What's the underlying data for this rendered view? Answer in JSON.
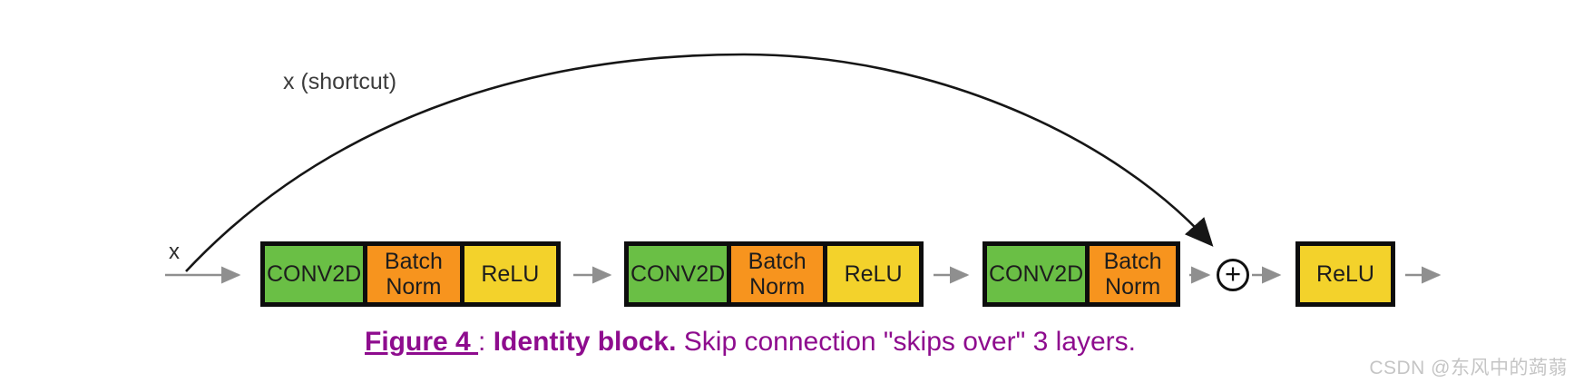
{
  "diagram": {
    "input_label": "x",
    "shortcut_label": "x (shortcut)",
    "add_symbol": "+",
    "groups": [
      {
        "cells": [
          {
            "label": "CONV2D",
            "color": "#6abf45"
          },
          {
            "label": "Batch Norm",
            "color": "#f7941e"
          },
          {
            "label": "ReLU",
            "color": "#f3d22b"
          }
        ]
      },
      {
        "cells": [
          {
            "label": "CONV2D",
            "color": "#6abf45"
          },
          {
            "label": "Batch Norm",
            "color": "#f7941e"
          },
          {
            "label": "ReLU",
            "color": "#f3d22b"
          }
        ]
      },
      {
        "cells": [
          {
            "label": "CONV2D",
            "color": "#6abf45"
          },
          {
            "label": "Batch Norm",
            "color": "#f7941e"
          }
        ]
      },
      {
        "cells": [
          {
            "label": "ReLU",
            "color": "#f3d22b"
          }
        ]
      }
    ],
    "colors": {
      "block_border": "#0d0d0d",
      "flow_arrow": "#8f8f8f",
      "shortcut_line": "#161616"
    }
  },
  "caption": {
    "figure_label": "Figure 4 ",
    "separator": ": ",
    "title": "Identity block.",
    "description": " Skip connection \"skips over\" 3 layers.",
    "color": "#8e0c8e"
  },
  "watermark": {
    "text": "CSDN @东风中的蒟蒻"
  }
}
